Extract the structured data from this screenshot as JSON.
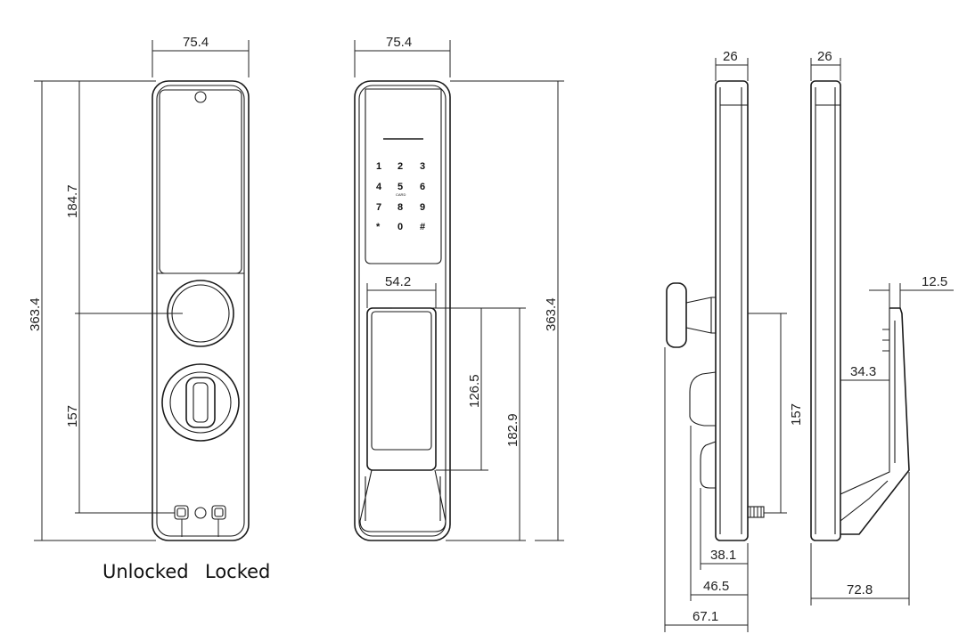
{
  "dimensions": {
    "front_width": "75.4",
    "keypad_width": "75.4",
    "front_height_total": "363.4",
    "front_upper": "184.7",
    "front_lower": "157",
    "keypad_height_total": "363.4",
    "handle_width": "54.2",
    "handle_height": "126.5",
    "handle_bottom": "182.9",
    "side1_thickness": "26",
    "side2_thickness": "26",
    "side1_height": "157",
    "side1_d1": "38.1",
    "side1_d2": "46.5",
    "side1_d3": "67.1",
    "side2_top": "12.5",
    "side2_mid": "34.3",
    "side2_bottom": "72.8"
  },
  "labels": {
    "unlocked": "Unlocked",
    "locked": "Locked"
  },
  "keypad": {
    "keys": [
      "1",
      "2",
      "3",
      "4",
      "5",
      "6",
      "7",
      "8",
      "9",
      "*",
      "0",
      "#"
    ],
    "card_text": "CARD"
  }
}
